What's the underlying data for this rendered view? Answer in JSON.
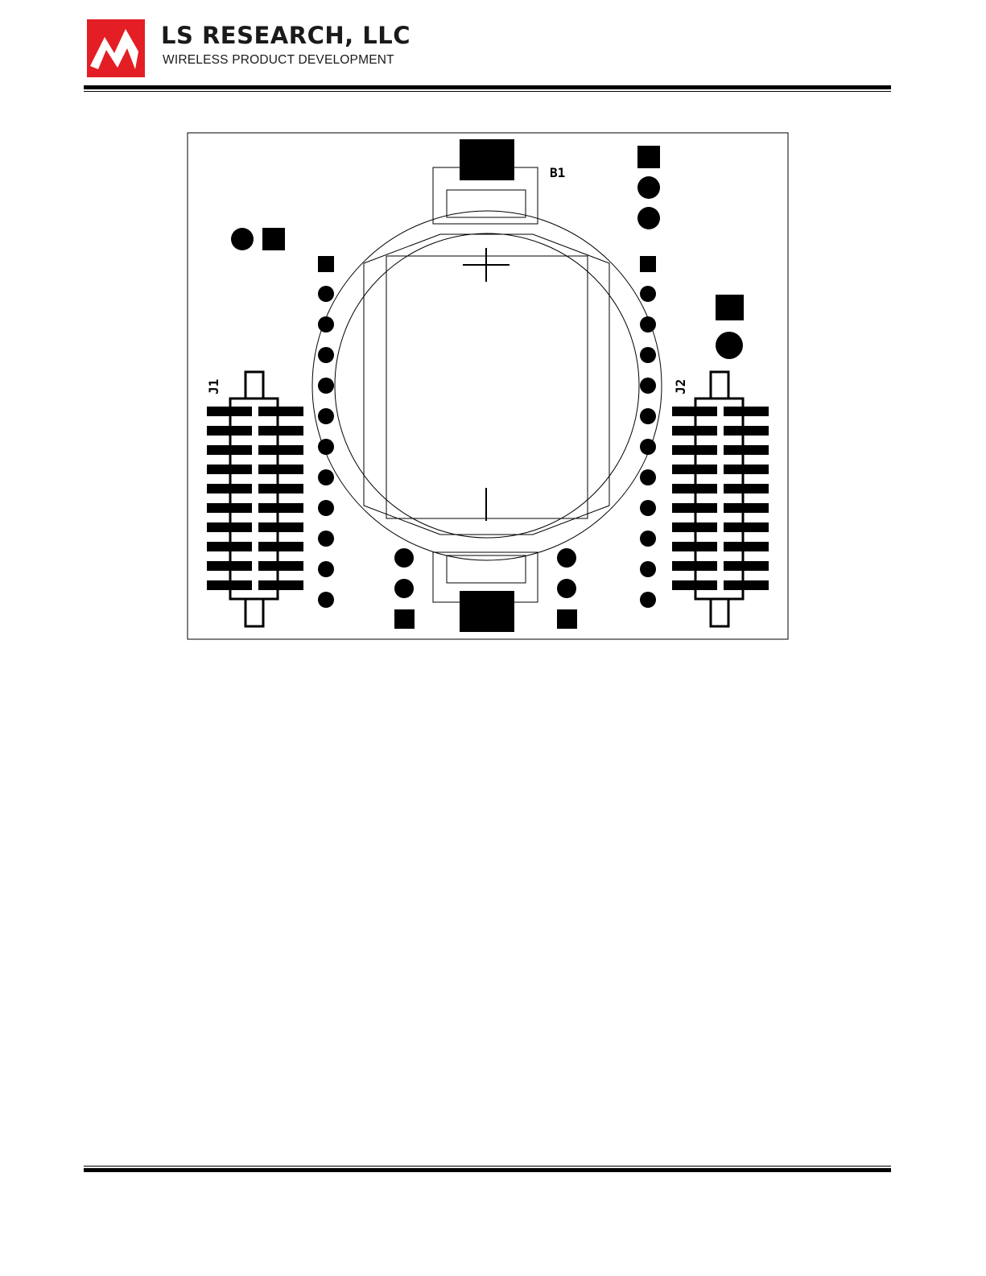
{
  "header": {
    "company_name": "LS RESEARCH, LLC",
    "tagline": "WIRELESS PRODUCT DEVELOPMENT",
    "logo_icon": "ls-research-logo-icon",
    "logo_color": "#e31e24"
  },
  "diagram": {
    "battery_ref": "B1",
    "connector_left_ref": "J1",
    "connector_right_ref": "J2",
    "positive_symbol": "+",
    "negative_symbol": "|"
  }
}
